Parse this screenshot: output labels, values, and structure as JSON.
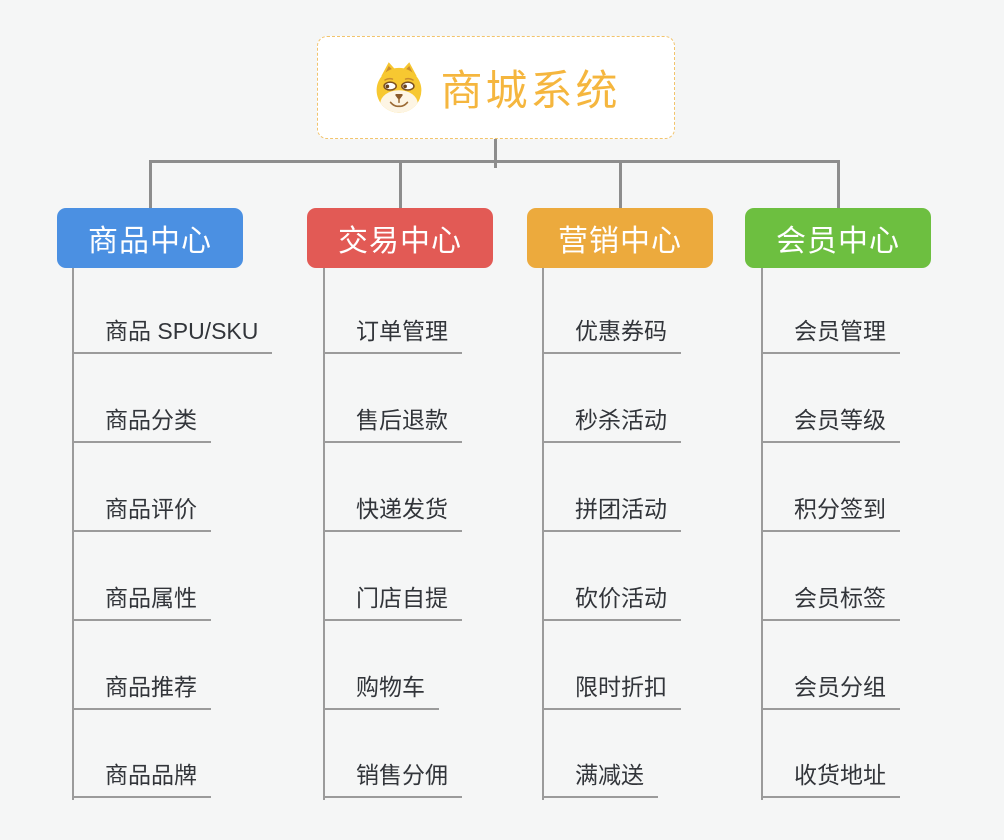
{
  "root": {
    "title": "商城系统",
    "icon": "dog-face-icon"
  },
  "branches": [
    {
      "label": "商品中心",
      "color": "#4b90e2",
      "items": [
        "商品 SPU/SKU",
        "商品分类",
        "商品评价",
        "商品属性",
        "商品推荐",
        "商品品牌"
      ]
    },
    {
      "label": "交易中心",
      "color": "#e25a55",
      "items": [
        "订单管理",
        "售后退款",
        "快递发货",
        "门店自提",
        "购物车",
        "销售分佣"
      ]
    },
    {
      "label": "营销中心",
      "color": "#ecaa3d",
      "items": [
        "优惠券码",
        "秒杀活动",
        "拼团活动",
        "砍价活动",
        "限时折扣",
        "满减送"
      ]
    },
    {
      "label": "会员中心",
      "color": "#6dbf40",
      "items": [
        "会员管理",
        "会员等级",
        "积分签到",
        "会员标签",
        "会员分组",
        "收货地址"
      ]
    }
  ],
  "colors": {
    "background": "#f5f6f6",
    "connector": "#8d8d8d",
    "underline": "#9b9b9b",
    "root_text": "#f5b63e",
    "root_border": "#f2c46c",
    "leaf_text": "#32353a"
  }
}
